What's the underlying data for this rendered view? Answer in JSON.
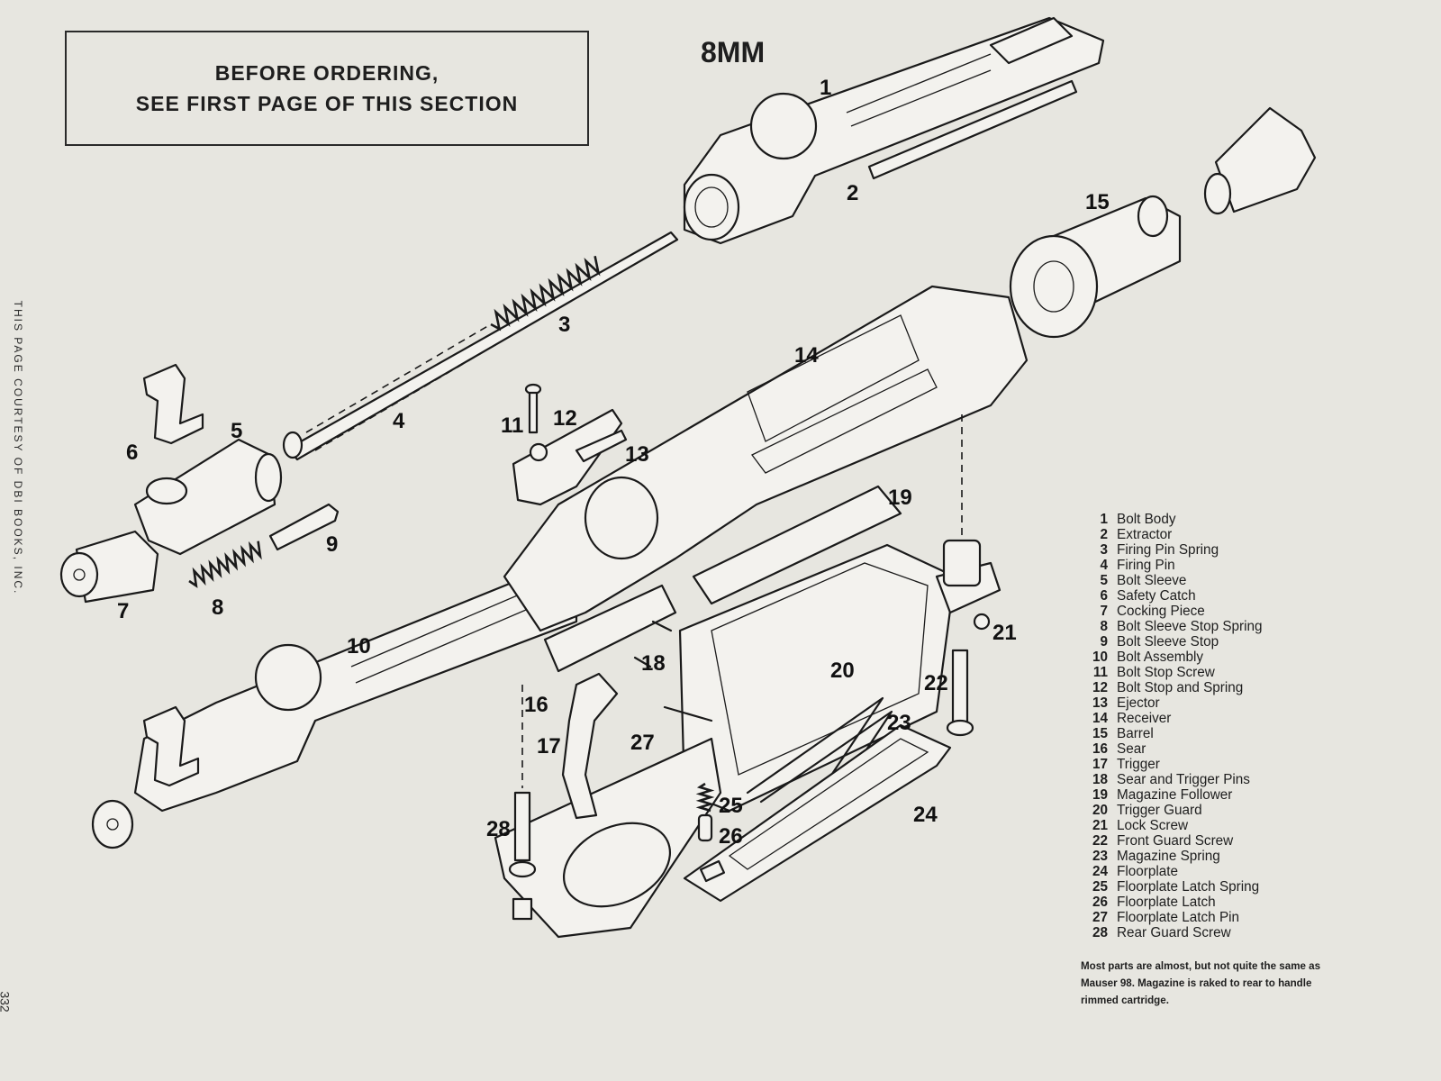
{
  "notice": {
    "line1": "BEFORE ORDERING,",
    "line2": "SEE FIRST PAGE OF THIS SECTION"
  },
  "model": "8MM",
  "credit": "THIS PAGE COURTESY OF DBI BOOKS, INC.",
  "page_number": "332",
  "callouts": [
    "1",
    "2",
    "3",
    "4",
    "5",
    "6",
    "7",
    "8",
    "9",
    "10",
    "11",
    "12",
    "13",
    "14",
    "15",
    "16",
    "17",
    "18",
    "19",
    "20",
    "21",
    "22",
    "23",
    "24",
    "25",
    "26",
    "27",
    "28"
  ],
  "legend": [
    {
      "num": "1",
      "name": "Bolt Body"
    },
    {
      "num": "2",
      "name": "Extractor"
    },
    {
      "num": "3",
      "name": "Firing Pin Spring"
    },
    {
      "num": "4",
      "name": "Firing Pin"
    },
    {
      "num": "5",
      "name": "Bolt Sleeve"
    },
    {
      "num": "6",
      "name": "Safety Catch"
    },
    {
      "num": "7",
      "name": "Cocking Piece"
    },
    {
      "num": "8",
      "name": "Bolt Sleeve Stop Spring"
    },
    {
      "num": "9",
      "name": "Bolt Sleeve Stop"
    },
    {
      "num": "10",
      "name": "Bolt Assembly"
    },
    {
      "num": "11",
      "name": "Bolt Stop Screw"
    },
    {
      "num": "12",
      "name": "Bolt Stop and Spring"
    },
    {
      "num": "13",
      "name": "Ejector"
    },
    {
      "num": "14",
      "name": "Receiver"
    },
    {
      "num": "15",
      "name": "Barrel"
    },
    {
      "num": "16",
      "name": "Sear"
    },
    {
      "num": "17",
      "name": "Trigger"
    },
    {
      "num": "18",
      "name": "Sear and Trigger Pins"
    },
    {
      "num": "19",
      "name": "Magazine Follower"
    },
    {
      "num": "20",
      "name": "Trigger Guard"
    },
    {
      "num": "21",
      "name": "Lock Screw"
    },
    {
      "num": "22",
      "name": "Front Guard Screw"
    },
    {
      "num": "23",
      "name": "Magazine Spring"
    },
    {
      "num": "24",
      "name": "Floorplate"
    },
    {
      "num": "25",
      "name": "Floorplate Latch Spring"
    },
    {
      "num": "26",
      "name": "Floorplate Latch"
    },
    {
      "num": "27",
      "name": "Floorplate Latch Pin"
    },
    {
      "num": "28",
      "name": "Rear Guard Screw"
    }
  ],
  "note": "Most parts are almost, but not quite the same as Mauser 98. Magazine is raked to rear to handle rimmed cartridge."
}
